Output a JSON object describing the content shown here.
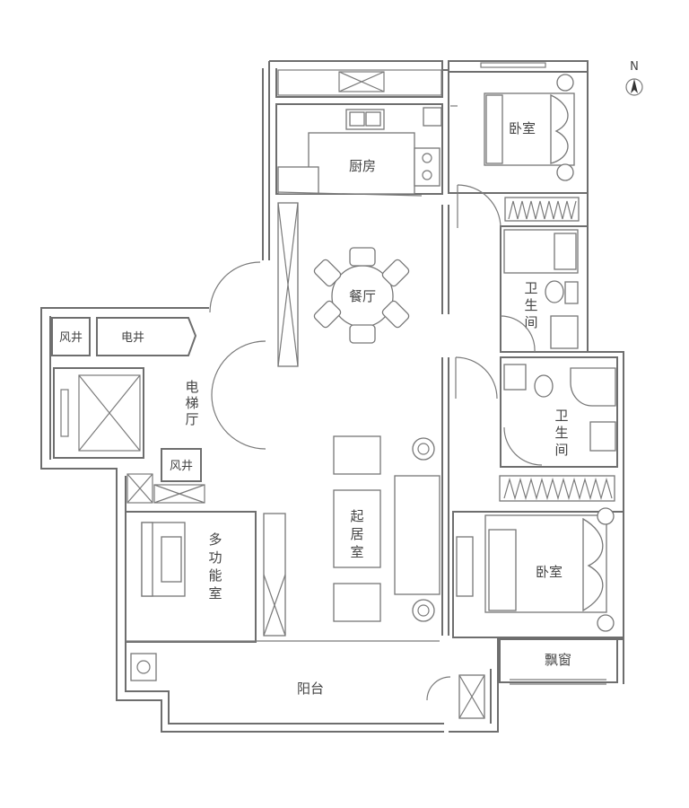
{
  "compass": {
    "north_label": "N"
  },
  "rooms": {
    "kitchen": "厨房",
    "dining": "餐厅",
    "bedroom_north": "卧室",
    "bath_north_1": "卫",
    "bath_north_2": "生",
    "bath_north_3": "间",
    "bath_mid_1": "卫",
    "bath_mid_2": "生",
    "bath_mid_3": "间",
    "living_1": "起",
    "living_2": "居",
    "living_3": "室",
    "bedroom_south": "卧室",
    "bay_window": "飘窗",
    "balcony": "阳台",
    "multi_1": "多",
    "multi_2": "功",
    "multi_3": "能",
    "multi_4": "室",
    "elevator_hall_1": "电",
    "elevator_hall_2": "梯",
    "elevator_hall_3": "厅",
    "air_shaft_top": "风井",
    "electric_shaft": "电井",
    "air_shaft_mid": "风井"
  }
}
